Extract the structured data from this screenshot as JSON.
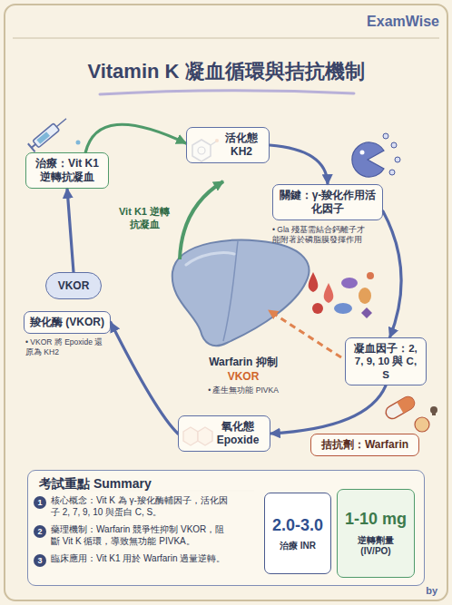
{
  "diagram": {
    "title": "Vitamin K 凝血循環與拮抗機制",
    "nodes": [
      {
        "text": [
          "活化態 KH2"
        ]
      },
      {
        "text": [
          "關鍵：γ-羧化作用活化因子"
        ]
      },
      {
        "text": [
          "凝血因子：2, 7, 9, 10 與 C, S"
        ]
      },
      {
        "text": [
          "拮抗劑：Warfarin"
        ]
      },
      {
        "text": [
          "氧化態 Epoxide"
        ]
      },
      {
        "text": [
          "VKOR"
        ]
      },
      {
        "text": [
          "羧化酶 (VKOR)"
        ]
      },
      {
        "text": [
          "治療：Vit K1 逆轉抗凝血"
        ]
      },
      {
        "text": [
          "考試重點 Summary"
        ]
      },
      {
        "text": [
          "2.0-3.0",
          "治療 INR"
        ],
        "in": 8
      },
      {
        "text": [
          "1-10 mg",
          "逆轉劑量 (IV/PO)"
        ],
        "in": 8
      }
    ],
    "edges": [
      {
        "from": 0,
        "to": 1,
        "arrow": "to"
      },
      {
        "from": 1,
        "to": 2,
        "arrow": "to"
      },
      {
        "from": 2,
        "to": 4,
        "arrow": "to"
      },
      {
        "from": 4,
        "to": 6,
        "arrow": "to"
      },
      {
        "from": 5,
        "to": 7,
        "arrow": "to"
      },
      {
        "from": 7,
        "to": 0,
        "arrow": "to"
      }
    ],
    "labels": [
      "ExamWise",
      "• Gla 殘基需結合鈣離子才能附著於磷脂膜發揮作用",
      "Vit K1 逆轉抗凝血",
      "Warfarin 抑制",
      "VKOR",
      "• 產生無功能 PIVKA",
      "• VKOR 將 Epoxide 還原為 KH2",
      "1",
      "核心概念：Vit K 為 γ-羧化酶輔因子，活化因子 2, 7, 9, 10 與蛋白 C, S。",
      "2",
      "藥理機制：Warfarin 競爭性抑制 VKOR，阻斷 Vit K 循環，導致無功能 PIVKA。",
      "3",
      "臨床應用：Vit K1 用於 Warfarin 過量逆轉。",
      "by"
    ]
  }
}
